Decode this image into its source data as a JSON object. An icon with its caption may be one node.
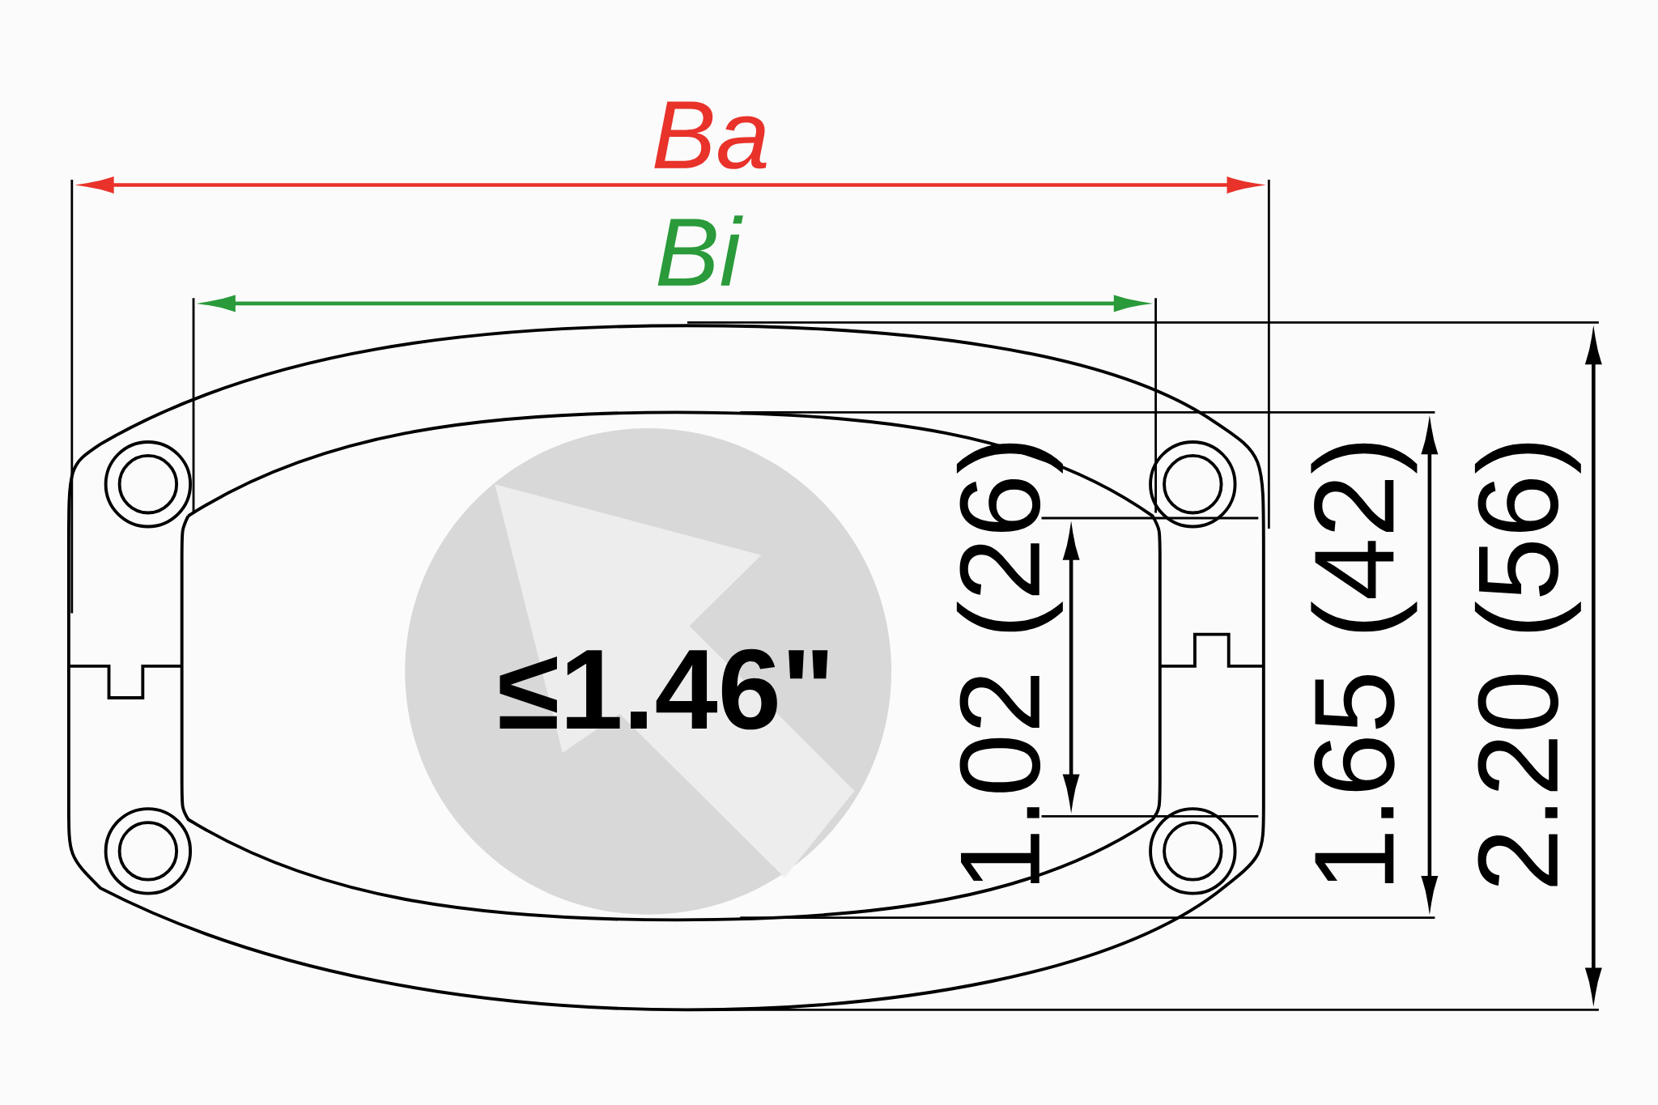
{
  "diagram": {
    "labels": [
      "Ba",
      "Bi",
      "≤1.46\"",
      "1.02 (26)",
      "1.65 (42)",
      "2.20 (56)"
    ]
  }
}
